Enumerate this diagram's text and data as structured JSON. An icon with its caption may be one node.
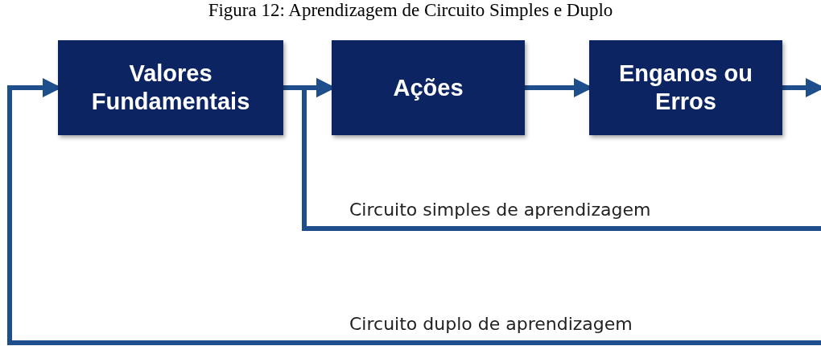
{
  "diagram": {
    "title": "Figura 12: Aprendizagem de Circuito Simples e Duplo",
    "nodes": [
      {
        "text": [
          "Valores Fundamentais"
        ]
      },
      {
        "text": [
          "Ações"
        ]
      },
      {
        "text": [
          "Enganos ou Erros"
        ]
      }
    ],
    "edges": [
      {
        "from": 0,
        "to": 1,
        "arrow": "to"
      },
      {
        "from": 1,
        "to": 2,
        "arrow": "to"
      },
      {
        "from": 2,
        "to": null,
        "arrow": "to"
      },
      {
        "from": null,
        "to": 1,
        "arrow": "to",
        "label": "Circuito simples de aprendizagem"
      },
      {
        "from": null,
        "to": 0,
        "arrow": "to",
        "label": "Circuito duplo de aprendizagem"
      }
    ]
  }
}
